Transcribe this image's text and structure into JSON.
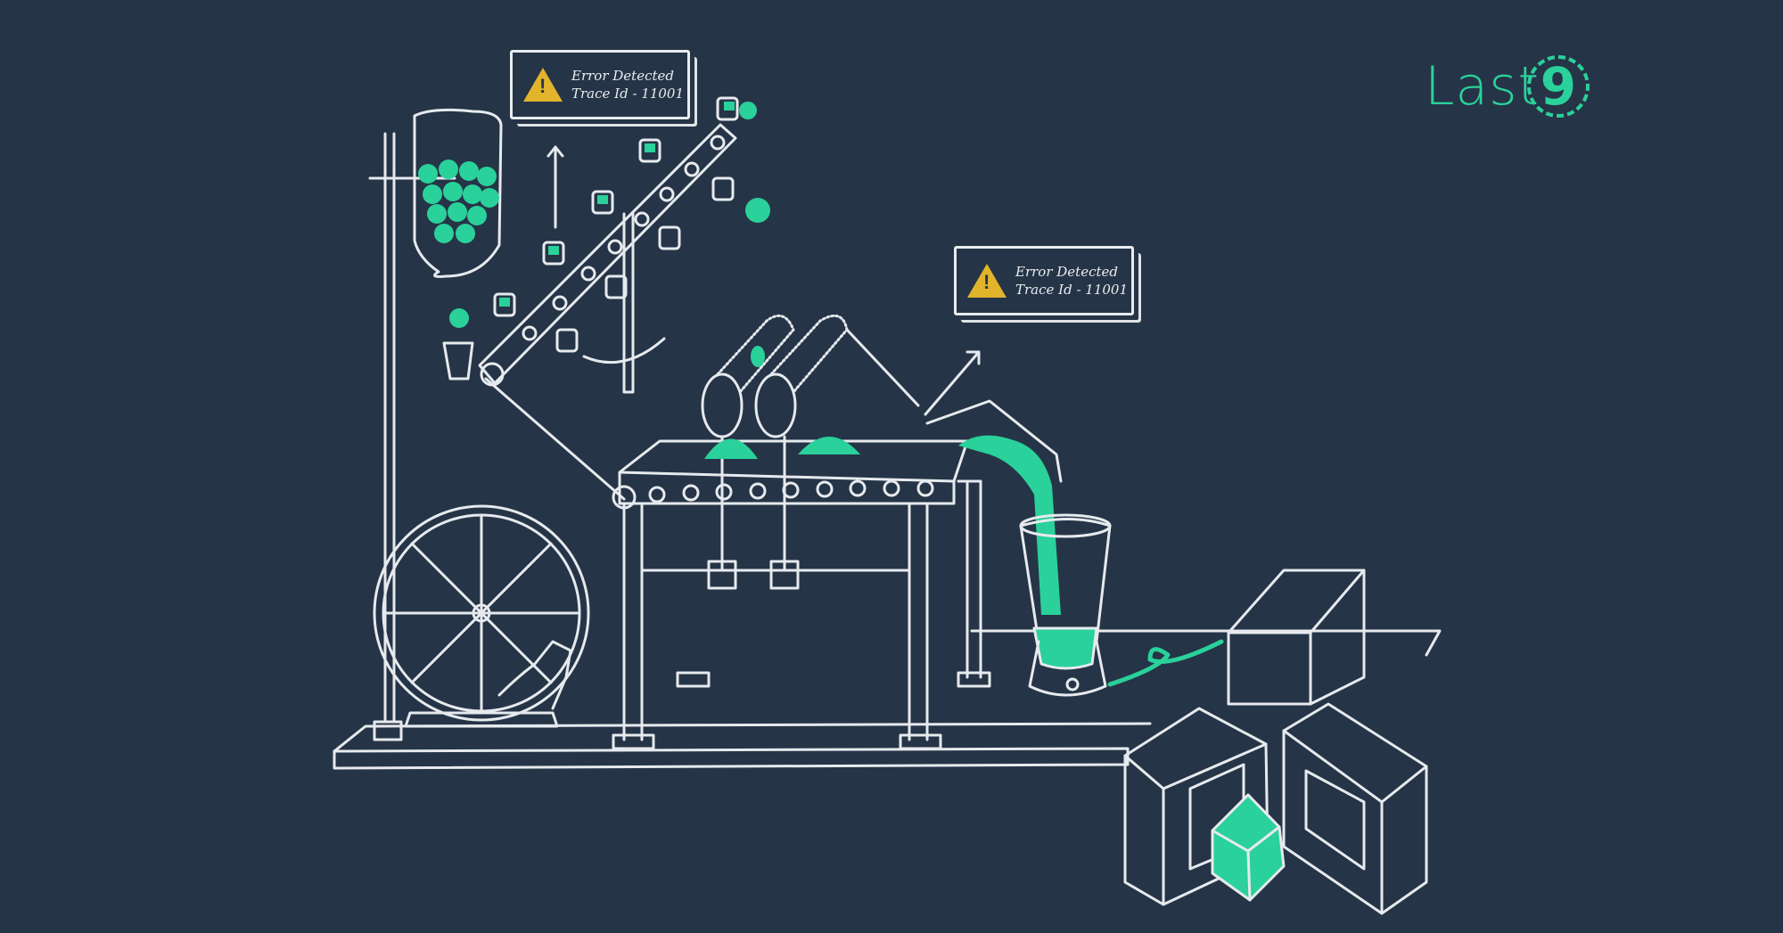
{
  "brand": {
    "logo_text": "Last",
    "logo_digit": "9",
    "accent_color": "#2ad19a",
    "background_color": "#263447",
    "line_color": "#e6eaee",
    "warning_color": "#e2b42c"
  },
  "alerts": [
    {
      "line1": "Error Detected",
      "line2": "Trace Id - 11001",
      "icon": "warning-triangle-icon"
    },
    {
      "line1": "Error Detected",
      "line2": "Trace Id - 11001",
      "icon": "warning-triangle-icon"
    }
  ],
  "illustration": {
    "description": "Hand-drawn Rube Goldberg machine: ball hopper, bucket conveyor, hamster wheel, roller press on conveyor belt, blender, and output boxes with a green cube"
  }
}
